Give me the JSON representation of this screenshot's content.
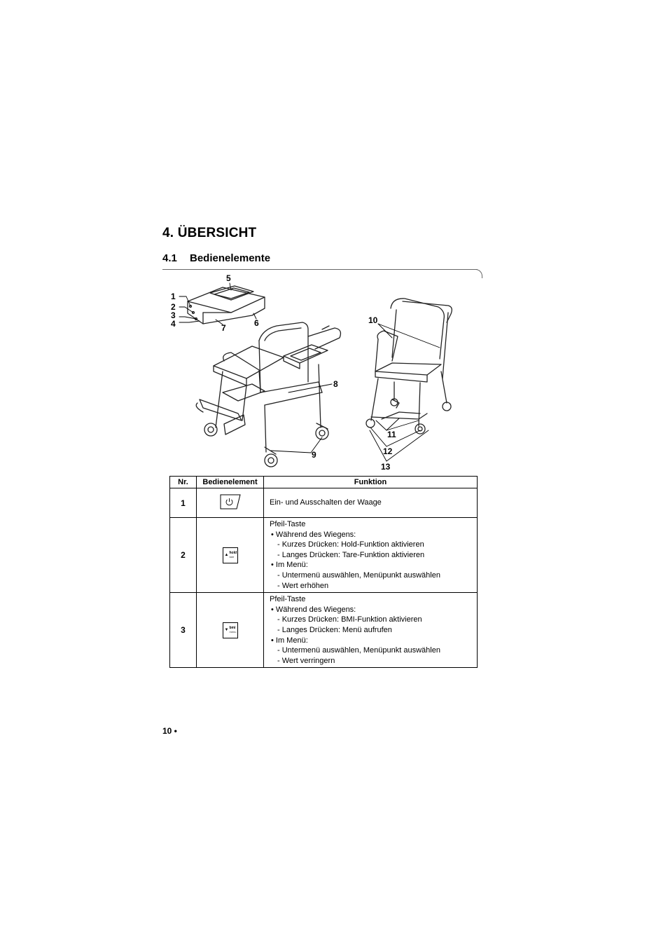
{
  "page": {
    "heading": "4. ÜBERSICHT",
    "section_number": "4.1",
    "section_title": "Bedienelemente",
    "footer": "10 •"
  },
  "figure": {
    "callouts": [
      "1",
      "2",
      "3",
      "4",
      "5",
      "6",
      "7",
      "8",
      "9",
      "10",
      "11",
      "12",
      "13"
    ]
  },
  "table": {
    "headers": {
      "nr": "Nr.",
      "element": "Bedienelement",
      "function": "Funktion"
    },
    "rows": [
      {
        "nr": "1",
        "icon": "power-key-icon",
        "lines": [
          "Ein- und Ausschalten der Waage"
        ]
      },
      {
        "nr": "2",
        "icon": "arrow-up-hold-tare-key-icon",
        "key_top": "hold",
        "key_bottom": "tare",
        "lines": [
          "Pfeil-Taste",
          "• Während des Wiegens:",
          "- Kurzes Drücken: Hold-Funktion aktivieren",
          "- Langes Drücken: Tare-Funktion aktivieren",
          "• Im Menü:",
          "- Untermenü auswählen, Menüpunkt auswählen",
          "- Wert erhöhen"
        ]
      },
      {
        "nr": "3",
        "icon": "arrow-down-bmi-menu-key-icon",
        "key_top": "bmi",
        "key_bottom": "menu",
        "lines": [
          "Pfeil-Taste",
          "• Während des Wiegens:",
          "- Kurzes Drücken: BMI-Funktion aktivieren",
          "- Langes Drücken: Menü aufrufen",
          "• Im Menü:",
          "- Untermenü auswählen, Menüpunkt auswählen",
          "- Wert verringern"
        ]
      }
    ]
  }
}
